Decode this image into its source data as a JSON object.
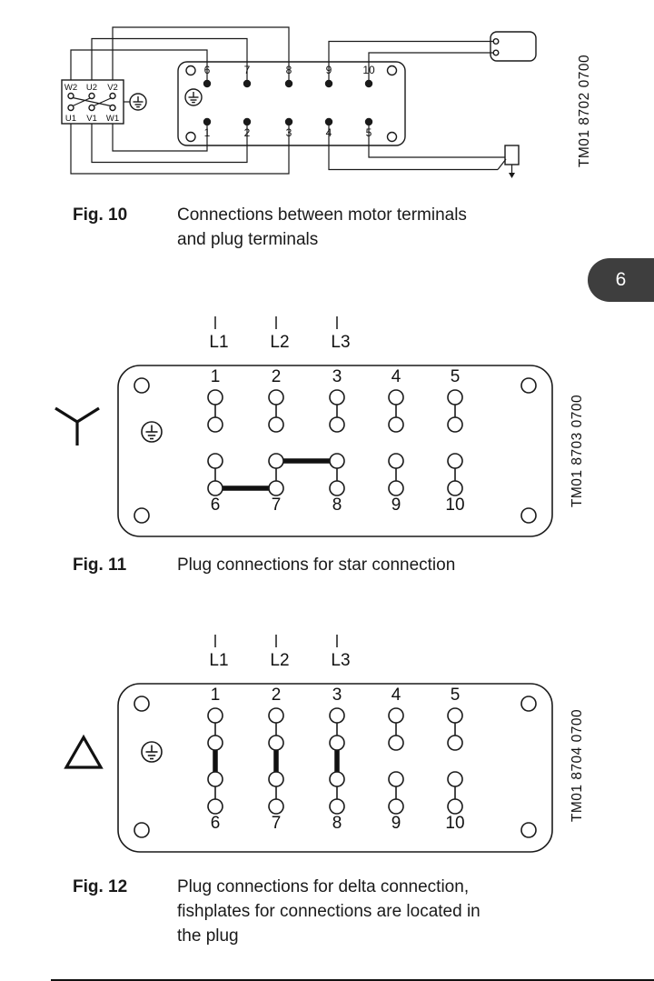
{
  "page": {
    "background": "#ffffff",
    "ink": "#1a1a1a",
    "tab": {
      "number": "6",
      "color": "#3e3e3e",
      "text_color": "#ffffff"
    }
  },
  "fig10": {
    "label": "Fig. 10",
    "caption_lines": [
      "Connections between motor terminals",
      "and plug terminals"
    ],
    "tm_code": "TM01 8702 0700",
    "plug_top_terminals": [
      "6",
      "7",
      "8",
      "9",
      "10"
    ],
    "plug_bottom_terminals": [
      "1",
      "2",
      "3",
      "4",
      "5"
    ],
    "motor_top_terminals": [
      "W2",
      "U2",
      "V2"
    ],
    "motor_bottom_terminals": [
      "U1",
      "V1",
      "W1"
    ]
  },
  "fig11": {
    "label": "Fig. 11",
    "caption_lines": [
      "Plug connections for star connection"
    ],
    "tm_code": "TM01 8703 0700",
    "connection_symbol": "star",
    "phases": [
      "L1",
      "L2",
      "L3"
    ],
    "top_terminals": [
      "1",
      "2",
      "3",
      "4",
      "5"
    ],
    "bottom_terminals": [
      "6",
      "7",
      "8",
      "9",
      "10"
    ],
    "fishplate_bridges": [
      "7-8 upper",
      "6-7 lower"
    ]
  },
  "fig12": {
    "label": "Fig. 12",
    "caption_lines": [
      "Plug connections for delta connection,",
      "fishplates for connections are located in",
      "the plug"
    ],
    "tm_code": "TM01 8704 0700",
    "connection_symbol": "delta",
    "phases": [
      "L1",
      "L2",
      "L3"
    ],
    "top_terminals": [
      "1",
      "2",
      "3",
      "4",
      "5"
    ],
    "bottom_terminals": [
      "6",
      "7",
      "8",
      "9",
      "10"
    ],
    "fishplate_bridges": [
      "1-6",
      "2-7",
      "3-8"
    ]
  }
}
